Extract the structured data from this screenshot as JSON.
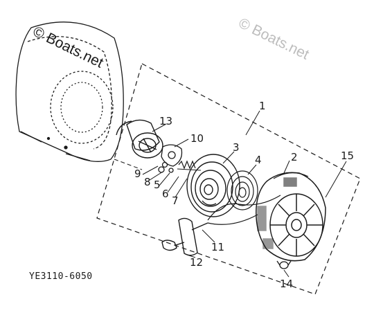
{
  "watermarks": {
    "primary": "© Boats.net",
    "secondary": "© Boats.net"
  },
  "diagram_code": "YE3110-6050",
  "colors": {
    "ink": "#1a1a1a",
    "watermark": "#bdbdbd",
    "background": "#ffffff"
  },
  "callouts": {
    "c1": "1",
    "c2": "2",
    "c3": "3",
    "c4": "4",
    "c5": "5",
    "c6": "6",
    "c7": "7",
    "c8": "8",
    "c9": "9",
    "c10": "10",
    "c11": "11",
    "c12": "12",
    "c13": "13",
    "c14": "14",
    "c15": "15"
  }
}
